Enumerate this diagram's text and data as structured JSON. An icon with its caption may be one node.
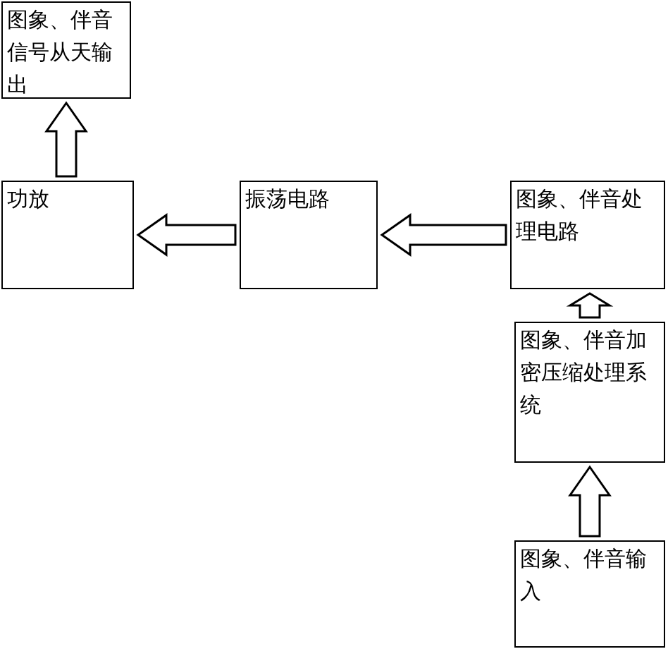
{
  "diagram": {
    "nodes": [
      {
        "text": [
          "图象、伴音信号从天输出"
        ]
      },
      {
        "text": [
          "功放"
        ]
      },
      {
        "text": [
          "振荡电路"
        ]
      },
      {
        "text": [
          "图象、伴音处理电路"
        ]
      },
      {
        "text": [
          "图象、伴音加密压缩处理系统"
        ]
      },
      {
        "text": [
          "图象、伴音输入"
        ]
      }
    ],
    "edges": [
      {
        "from": 5,
        "to": 4,
        "arrow": "to"
      },
      {
        "from": 4,
        "to": 3,
        "arrow": "to"
      },
      {
        "from": 3,
        "to": 2,
        "arrow": "to"
      },
      {
        "from": 2,
        "to": 1,
        "arrow": "to"
      },
      {
        "from": 1,
        "to": 0,
        "arrow": "to"
      }
    ]
  }
}
